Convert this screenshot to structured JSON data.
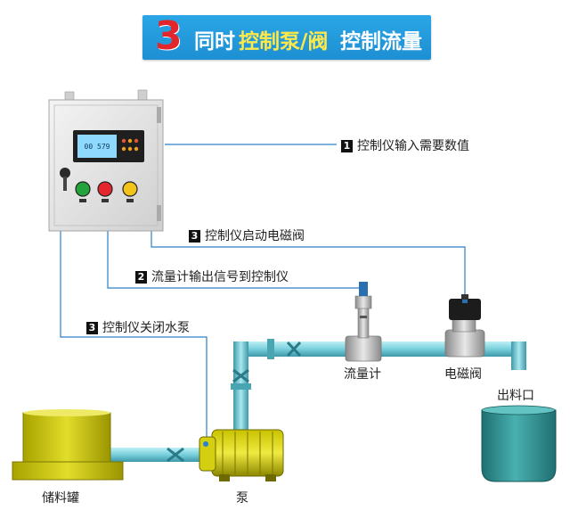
{
  "banner": {
    "number": "3",
    "part1": "同时",
    "part2": "控制泵/阀",
    "part3": "控制流量"
  },
  "annotations": {
    "a1": {
      "num": "1",
      "text": "控制仪输入需要数值"
    },
    "a2": {
      "num": "3",
      "text": "控制仪启动电磁阀"
    },
    "a3": {
      "num": "2",
      "text": "流量计输出信号到控制仪"
    },
    "a4": {
      "num": "3",
      "text": "控制仪关闭水泵"
    }
  },
  "components": {
    "flowmeter": "流量计",
    "valve": "电磁阀",
    "outlet": "出料口",
    "tank": "储料罐",
    "pump": "泵"
  },
  "controller": {
    "display": "00 579"
  },
  "colors": {
    "banner": "#1d8fd3",
    "pipe": "#7fd6e2",
    "tank": "#c9c400",
    "outlet": "#2f8f90",
    "signal": "#2d7fc3"
  }
}
